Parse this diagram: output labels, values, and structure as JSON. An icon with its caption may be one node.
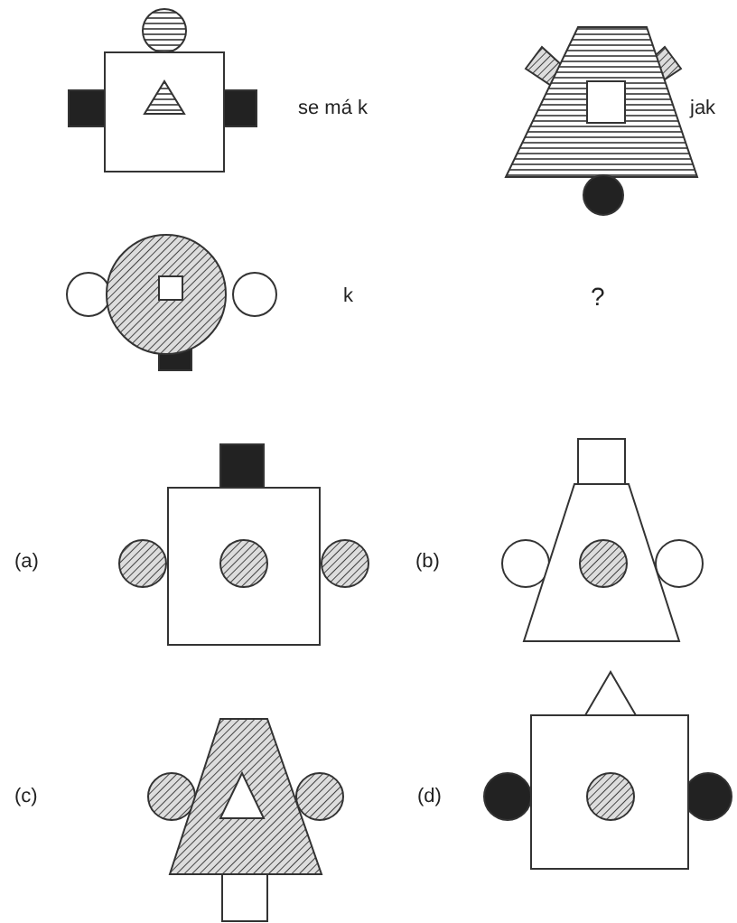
{
  "diagram": {
    "labels": [
      "se má k",
      "jak",
      "k",
      "?",
      "(a)",
      "(b)",
      "(c)",
      "(d)"
    ]
  }
}
